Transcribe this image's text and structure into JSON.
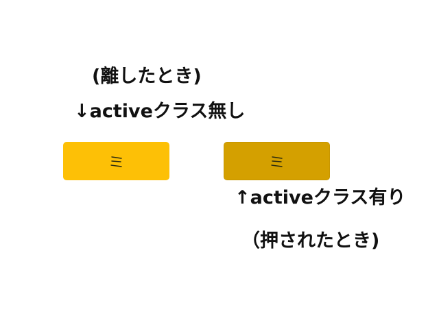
{
  "labels": {
    "released": "(離したとき)",
    "no_active": "↓activeクラス無し",
    "has_active": "↑activeクラス有り",
    "pressed": "（押されたとき)"
  },
  "buttons": [
    {
      "state": "normal",
      "icon": "menu-lines-icon",
      "color": "#FDC006"
    },
    {
      "state": "active",
      "icon": "menu-lines-icon",
      "color": "#D4A000"
    }
  ],
  "colors": {
    "icon_stroke": "#2a2a10",
    "text": "#111111",
    "background": "#ffffff"
  }
}
